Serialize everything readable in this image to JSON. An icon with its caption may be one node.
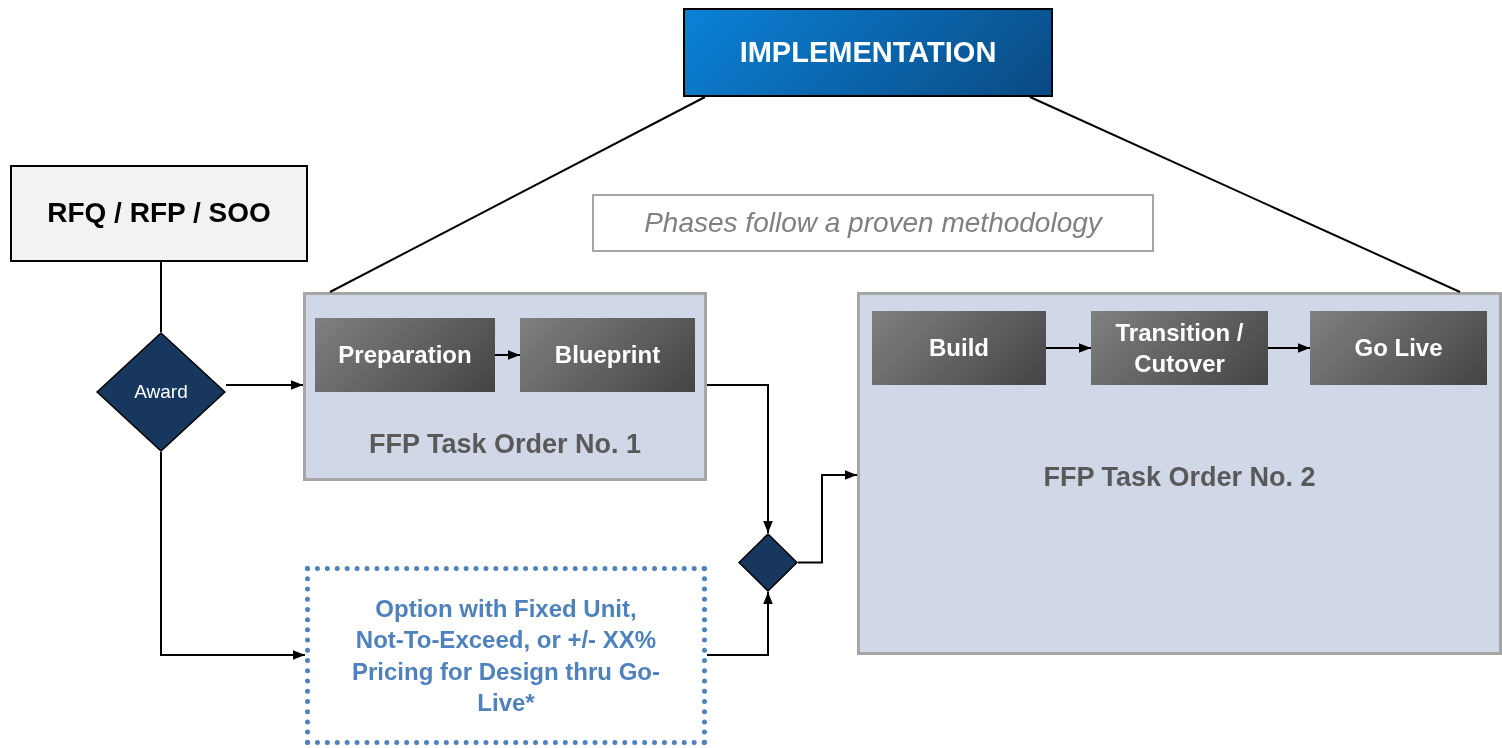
{
  "diagram": {
    "nodes": [
      {
        "text": [
          "IMPLEMENTATION"
        ]
      },
      {
        "text": [
          "RFQ / RFP / SOO"
        ]
      },
      {
        "text": [
          "Phases follow a proven methodology"
        ]
      },
      {
        "text": [
          "Award"
        ]
      },
      {
        "text": [
          "FFP Task Order No. 1"
        ]
      },
      {
        "text": [
          "Preparation"
        ],
        "in": 4
      },
      {
        "text": [
          "Blueprint"
        ],
        "in": 4
      },
      {
        "text": [
          "FFP Task Order No. 2"
        ]
      },
      {
        "text": [
          "Build"
        ],
        "in": 7
      },
      {
        "text": [
          "Transition / Cutover"
        ],
        "in": 7
      },
      {
        "text": [
          "Go Live"
        ],
        "in": 7
      },
      {
        "text": [
          "Option with Fixed Unit, Not-To-Exceed, or +/- XX% Pricing for Design thru Go-Live*"
        ]
      },
      {
        "text": [],
        "shape": "diamond"
      }
    ],
    "edges": [
      {
        "from": 0,
        "to": 4,
        "arrow": "none"
      },
      {
        "from": 0,
        "to": 7,
        "arrow": "none"
      },
      {
        "from": 1,
        "to": 3,
        "arrow": "none"
      },
      {
        "from": 3,
        "to": 4,
        "arrow": "to"
      },
      {
        "from": 3,
        "to": 11,
        "arrow": "to"
      },
      {
        "from": 5,
        "to": 6,
        "arrow": "to"
      },
      {
        "from": 4,
        "to": 12,
        "arrow": "to"
      },
      {
        "from": 11,
        "to": 12,
        "arrow": "to"
      },
      {
        "from": 12,
        "to": 7,
        "arrow": "to"
      },
      {
        "from": 8,
        "to": 9,
        "arrow": "to"
      },
      {
        "from": 9,
        "to": 10,
        "arrow": "to"
      }
    ]
  }
}
